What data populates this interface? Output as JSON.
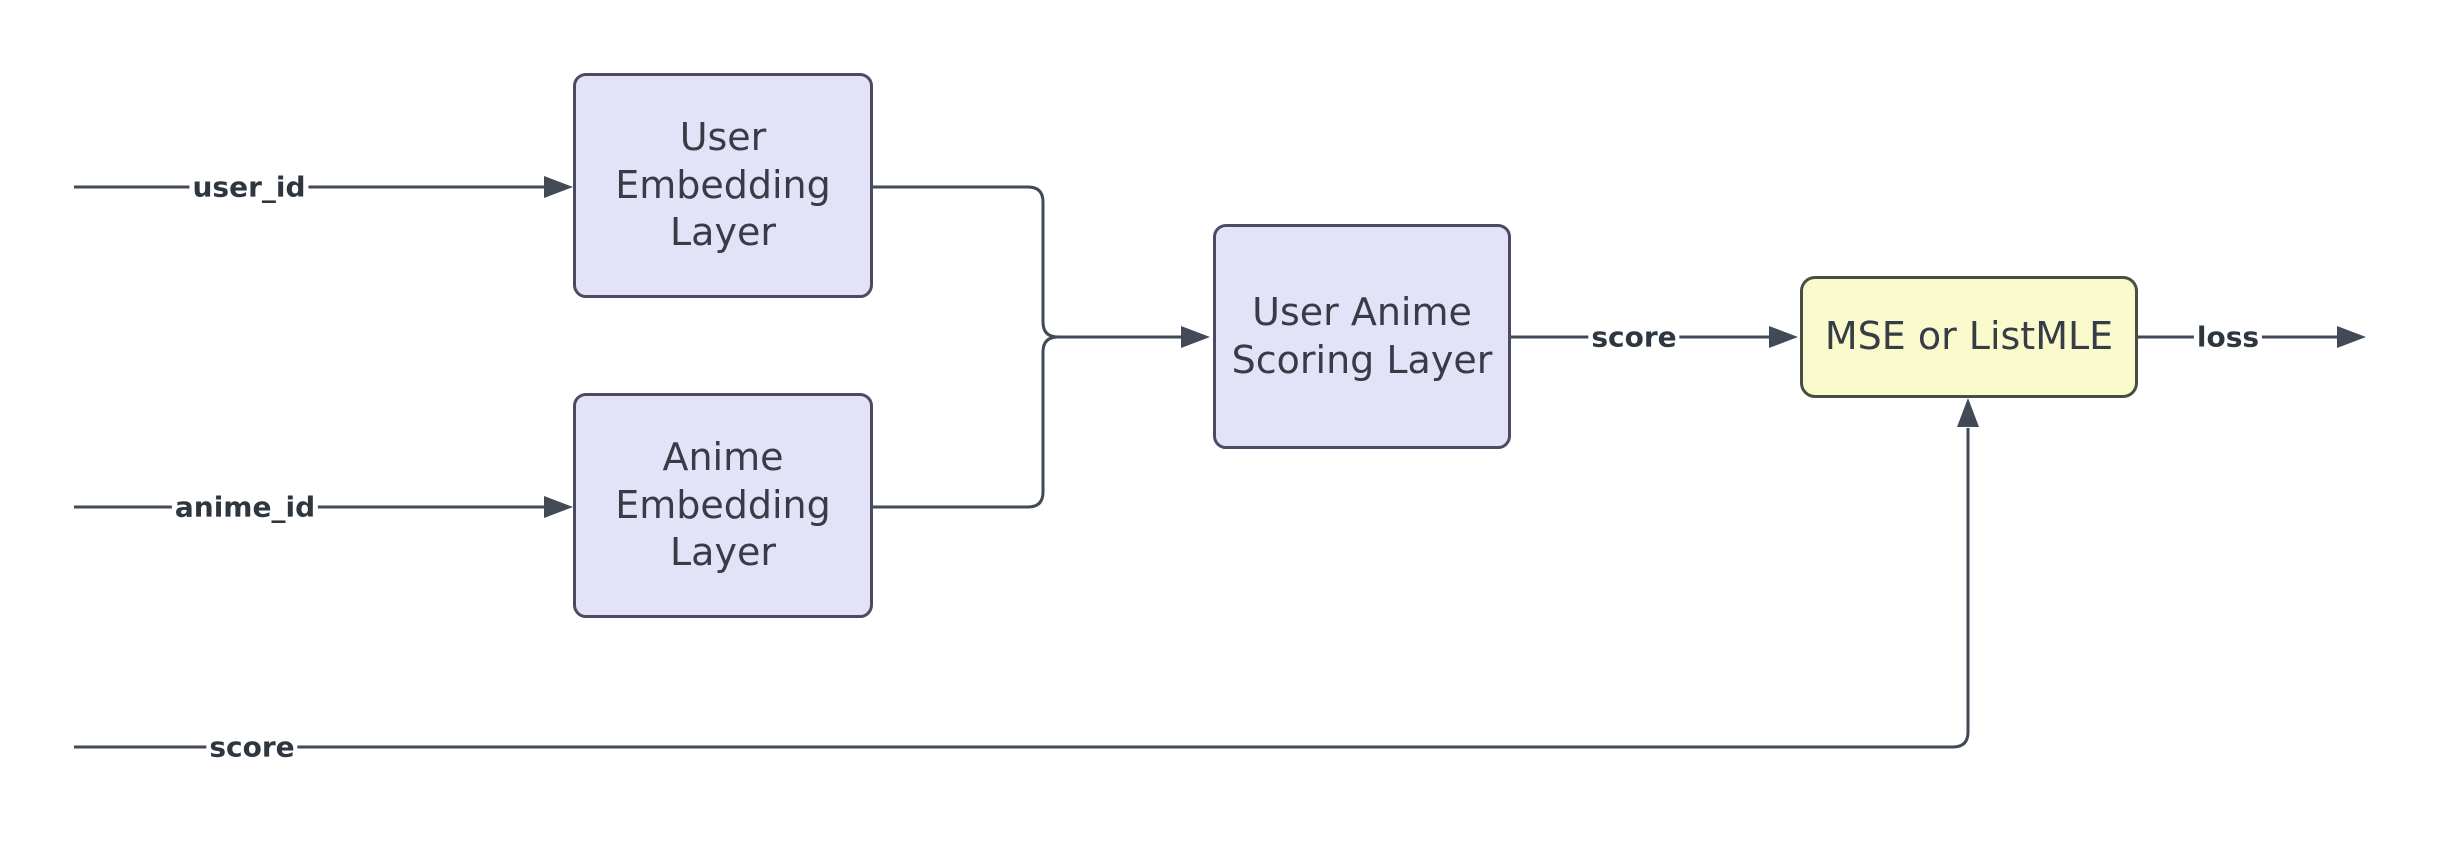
{
  "theme": {
    "background": "#ffffff",
    "edge_color": "#424a57",
    "node_text_color": "#363d47",
    "edge_label_color": "#2e3640",
    "purple_node_fill": "#e3e2f9",
    "purple_node_border": "#4b4b63",
    "yellow_node_fill": "#fbfacd",
    "yellow_node_border": "#474f45"
  },
  "nodes": {
    "user_embedding": {
      "label": "User\nEmbedding\nLayer"
    },
    "anime_embedding": {
      "label": "Anime\nEmbedding\nLayer"
    },
    "scoring": {
      "label": "User Anime\nScoring Layer"
    },
    "loss_fn": {
      "label": "MSE or ListMLE"
    }
  },
  "edge_labels": {
    "user_id": "user_id",
    "anime_id": "anime_id",
    "score": "score",
    "loss": "loss",
    "score_feedback": "score"
  }
}
